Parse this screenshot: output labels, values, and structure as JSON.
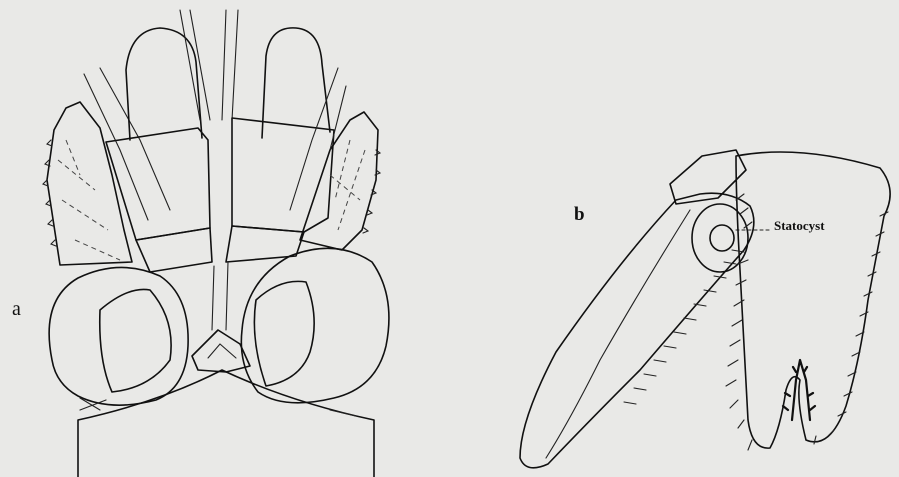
{
  "figure": {
    "label_a": "a",
    "label_b": "b",
    "annotation_statocyst": "Statocyst"
  },
  "colors": {
    "paper": "#e9e9e7",
    "ink": "#111111"
  }
}
